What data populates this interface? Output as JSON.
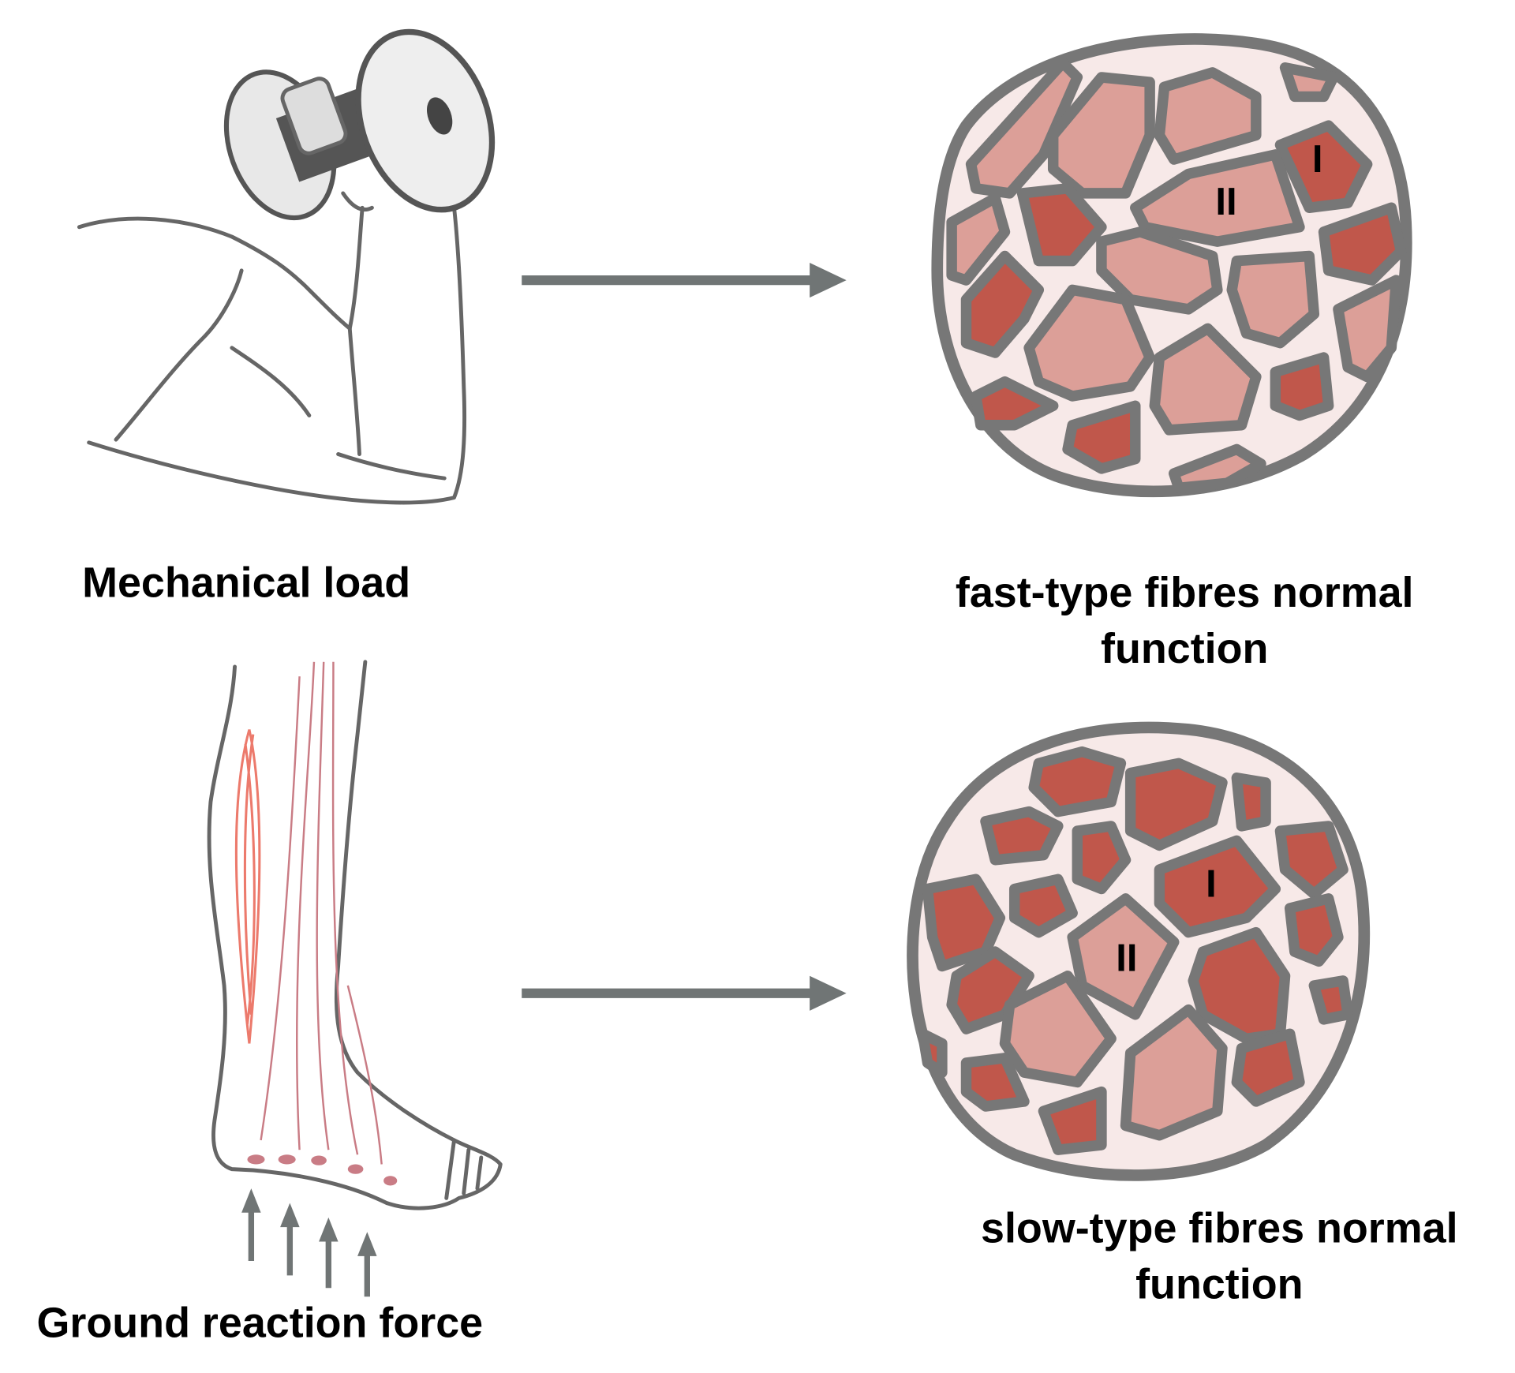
{
  "labels": {
    "mechanical_load": "Mechanical load",
    "ground_reaction_force": "Ground reaction force",
    "fast_line1": "fast-type fibres normal",
    "fast_line2": "function",
    "slow_line1": "slow-type fibres normal",
    "slow_line2": "function"
  },
  "fibre_labels": {
    "type_i": "I",
    "type_ii": "II"
  },
  "colors": {
    "outline": "#777777",
    "type_i_fibre": "#c0574b",
    "type_ii_fibre": "#dc9f98",
    "matrix": "#f7e9e8"
  }
}
